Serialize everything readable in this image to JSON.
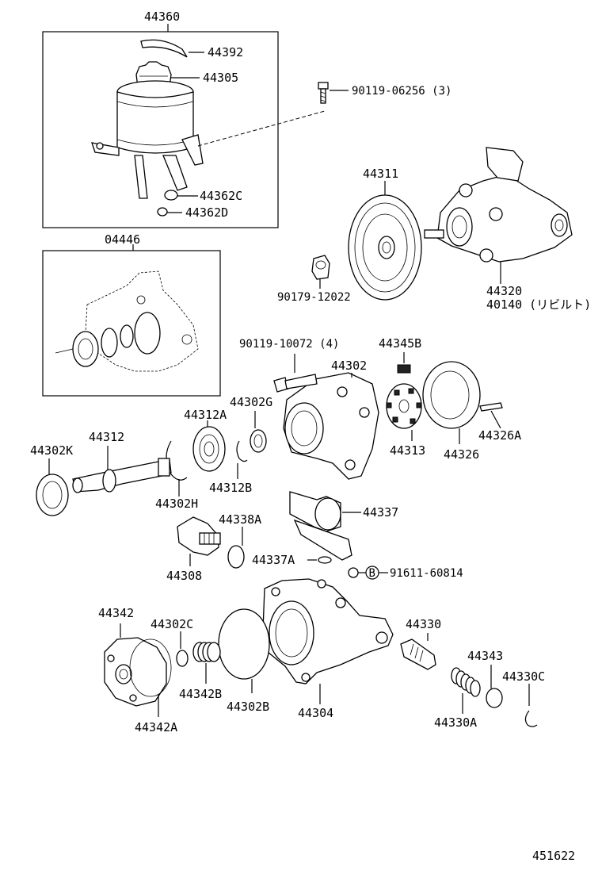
{
  "labels": {
    "p44360": "44360",
    "p44392": "44392",
    "p44305": "44305",
    "bolt_90119_06256": "90119-06256 (3)",
    "p44362C": "44362C",
    "p44362D": "44362D",
    "p04446": "04446",
    "p44311": "44311",
    "p44320": "44320",
    "p40140": "40140 (リビルト)",
    "nut_90179_12022": "90179-12022",
    "bolt_90119_10072": "90119-10072 (4)",
    "p44345B": "44345B",
    "p44302": "44302",
    "p44302G": "44302G",
    "p44312A": "44312A",
    "p44312": "44312",
    "p44302K": "44302K",
    "p44313": "44313",
    "p44326": "44326",
    "p44326A": "44326A",
    "p44312B": "44312B",
    "p44302H": "44302H",
    "p44338A": "44338A",
    "p44337": "44337",
    "p44308": "44308",
    "p44337A": "44337A",
    "ref_b": "B",
    "p91611_60814": "91611-60814",
    "p44342": "44342",
    "p44302C": "44302C",
    "p44330": "44330",
    "p44343": "44343",
    "p44330C": "44330C",
    "p44342B": "44342B",
    "p44302B": "44302B",
    "p44304": "44304",
    "p44330A": "44330A",
    "p44342A": "44342A",
    "figure_no": "451622"
  }
}
